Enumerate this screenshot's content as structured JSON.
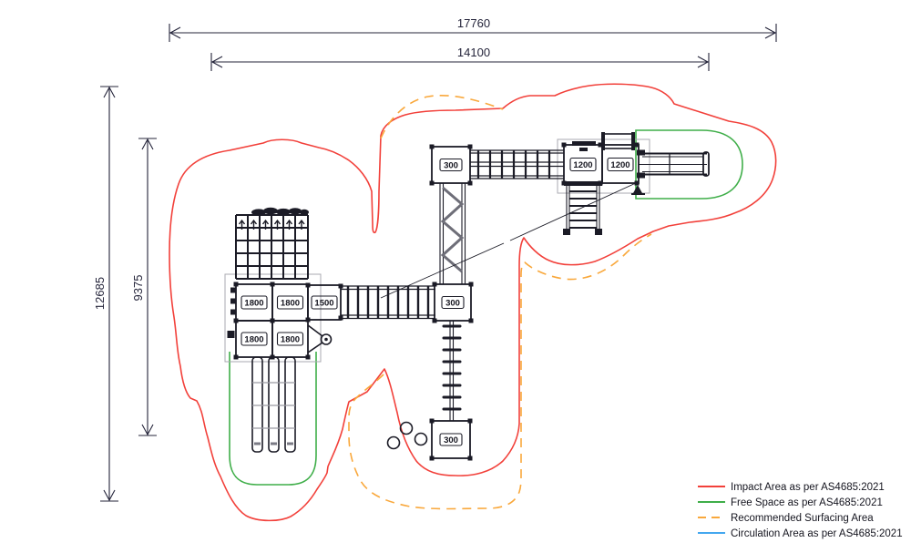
{
  "dimensions": {
    "overall_width": "17760",
    "inner_width": "14100",
    "overall_height": "12685",
    "inner_height": "9375"
  },
  "platforms": [
    {
      "id": "deck-1800-top-left",
      "label": "1800"
    },
    {
      "id": "deck-1800-top-mid",
      "label": "1800"
    },
    {
      "id": "deck-1500",
      "label": "1500"
    },
    {
      "id": "deck-1800-bottom-left",
      "label": "1800"
    },
    {
      "id": "deck-1800-bottom-mid",
      "label": "1800"
    },
    {
      "id": "deck-300-top",
      "label": "300"
    },
    {
      "id": "deck-1200-left",
      "label": "1200"
    },
    {
      "id": "deck-1200-right",
      "label": "1200"
    },
    {
      "id": "deck-300-center",
      "label": "300"
    },
    {
      "id": "deck-300-bottom",
      "label": "300"
    }
  ],
  "legend": {
    "items": [
      {
        "label": "Impact Area as per AS4685:2021",
        "color": "#f2403a",
        "style": "solid"
      },
      {
        "label": "Free Space as per AS4685:2021",
        "color": "#3fae49",
        "style": "solid"
      },
      {
        "label": "Recommended Surfacing Area",
        "color": "#f9a83c",
        "style": "dashed"
      },
      {
        "label": "Circulation Area as per AS4685:2021",
        "color": "#45a8ef",
        "style": "solid"
      }
    ]
  },
  "colors": {
    "impact_area": "#f2403a",
    "free_space": "#3fae49",
    "surfacing": "#f9a83c",
    "circulation": "#45a8ef",
    "linework": "#1b1b26"
  }
}
